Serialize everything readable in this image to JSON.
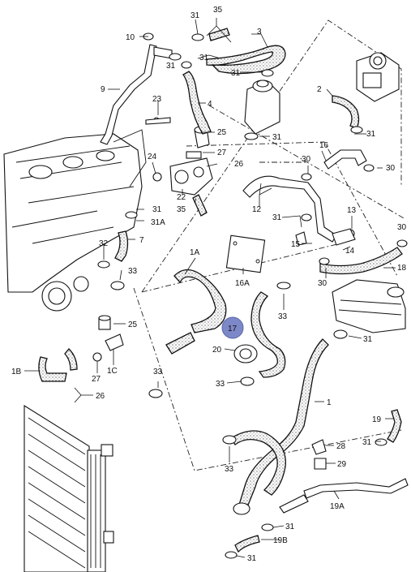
{
  "callouts": {
    "c35_top": "35",
    "c31_a": "31",
    "c10": "10",
    "c31_b": "31",
    "c3": "3",
    "c31_c": "31",
    "c9": "9",
    "c31_d": "31",
    "c2": "2",
    "c23": "23",
    "c4": "4",
    "c31_e": "31",
    "c25_a": "25",
    "c31_f": "31",
    "c27_a": "27",
    "c16": "16",
    "c24": "24",
    "c26_a": "26",
    "c30_a": "30",
    "c30_b": "30",
    "c12": "12",
    "c13": "13",
    "c22": "22",
    "c35_b": "35",
    "c31_g": "31",
    "c31A": "31A",
    "c31_h": "31",
    "c15": "15",
    "c14": "14",
    "c30_c": "30",
    "c7": "7",
    "c32": "32",
    "c33_a": "33",
    "c1A": "1A",
    "c16A": "16A",
    "c18": "18",
    "c30_d": "30",
    "c33_b": "33",
    "c25_b": "25",
    "c17": "17",
    "c31_i": "31",
    "c20": "20",
    "c1B": "1B",
    "c27_b": "27",
    "c1C": "1C",
    "c33_c": "33",
    "c26_b": "26",
    "c33_d": "33",
    "c1": "1",
    "c19": "19",
    "c31_j": "31",
    "c28": "28",
    "c33_e": "33",
    "c29": "29",
    "c19A": "19A",
    "c31_k": "31",
    "c19B": "19B",
    "c31_l": "31"
  },
  "highlight": {
    "label": "17",
    "color": "#7d88c8"
  },
  "colors": {
    "line": "#111111",
    "background": "#ffffff"
  }
}
